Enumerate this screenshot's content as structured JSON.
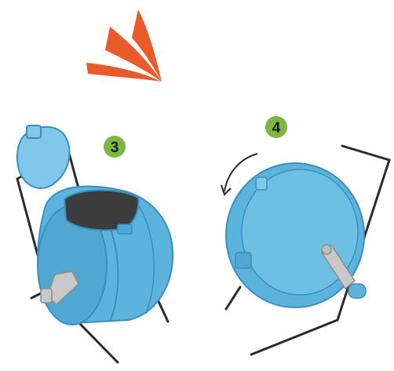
{
  "steps": [
    {
      "number": "3",
      "badge_color": "#7cb83f"
    },
    {
      "number": "4",
      "badge_color": "#7cb83f"
    }
  ],
  "colors": {
    "arrow": "#ea5a2a",
    "bin_body": "#5cb4de",
    "bin_light": "#7fc8ea",
    "bin_shadow": "#3a8fbc",
    "frame": "#2b2b2b",
    "handle": "#c9c9c9",
    "foam": "#3c3c3c"
  },
  "icons": [
    "orange-swoosh-arrow",
    "rotation-arrow-icon"
  ]
}
